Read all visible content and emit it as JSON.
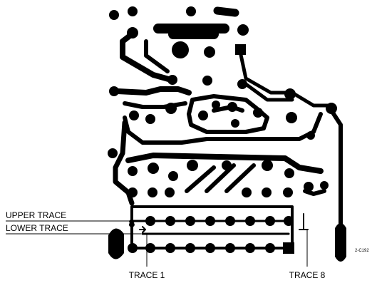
{
  "labels": {
    "upper_trace": "UPPER TRACE",
    "lower_trace": "LOWER TRACE",
    "trace_1": "TRACE 1",
    "trace_8": "TRACE 8",
    "figure_code": "2-C192"
  },
  "colors": {
    "ink": "#000000",
    "paper": "#ffffff"
  }
}
